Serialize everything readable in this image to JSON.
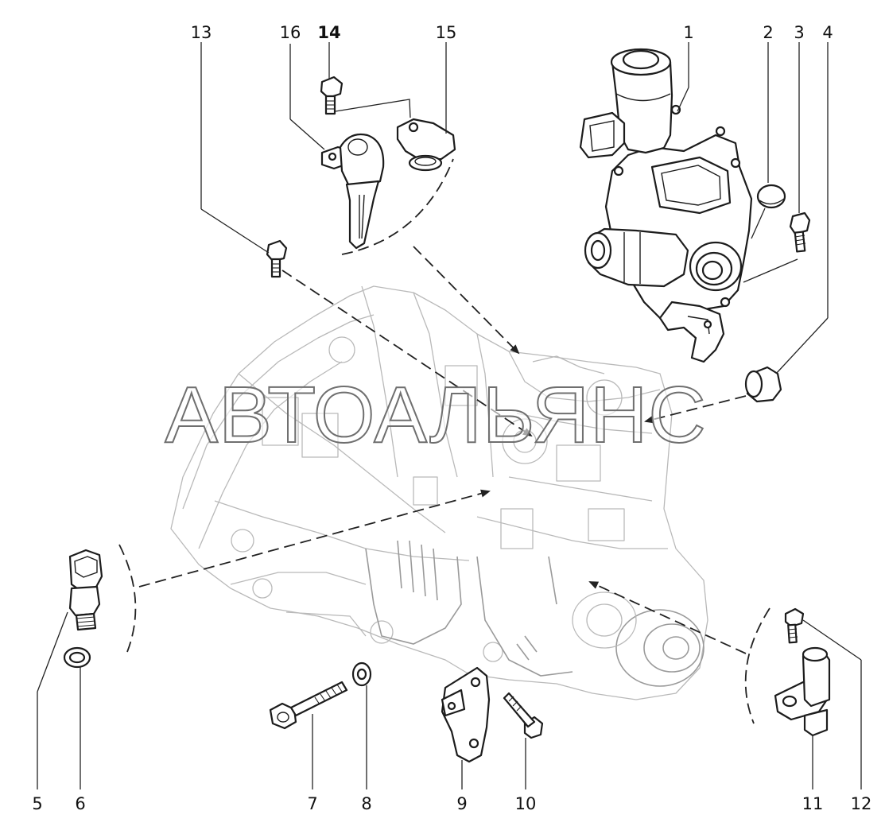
{
  "watermark": "АВТОАЛЬЯНС",
  "callouts": [
    {
      "id": "c1",
      "text": "1"
    },
    {
      "id": "c2",
      "text": "2"
    },
    {
      "id": "c3",
      "text": "3"
    },
    {
      "id": "c4",
      "text": "4"
    },
    {
      "id": "c5",
      "text": "5"
    },
    {
      "id": "c6",
      "text": "6"
    },
    {
      "id": "c7",
      "text": "7"
    },
    {
      "id": "c8",
      "text": "8"
    },
    {
      "id": "c9",
      "text": "9"
    },
    {
      "id": "c10",
      "text": "10"
    },
    {
      "id": "c11",
      "text": "11"
    },
    {
      "id": "c12",
      "text": "12"
    },
    {
      "id": "c13",
      "text": "13"
    },
    {
      "id": "c14",
      "text": "14"
    },
    {
      "id": "c15",
      "text": "15"
    },
    {
      "id": "c16",
      "text": "16"
    }
  ]
}
